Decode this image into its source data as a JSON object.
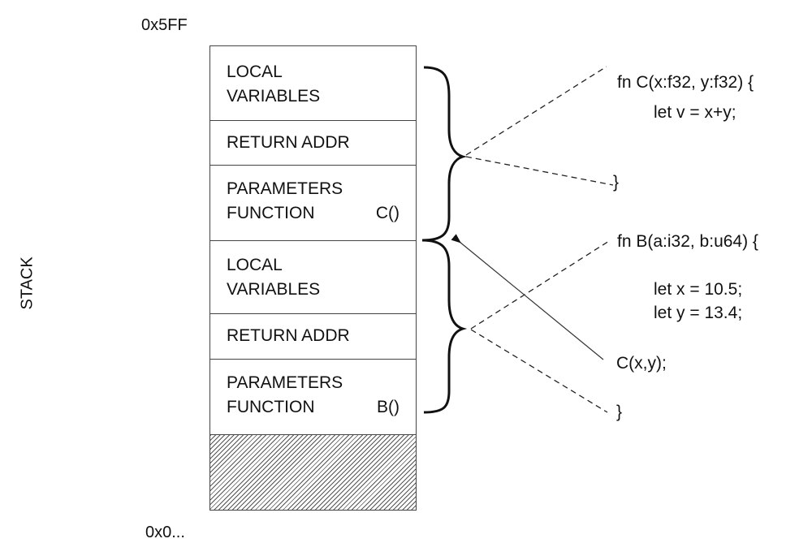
{
  "addresses": {
    "top": "0x5FF",
    "bottom": "0x0..."
  },
  "side_label": "STACK",
  "stack": {
    "frames": [
      {
        "function": "C()",
        "rows": {
          "local": [
            "LOCAL",
            "VARIABLES"
          ],
          "return": "RETURN ADDR",
          "params": [
            "PARAMETERS",
            "FUNCTION"
          ]
        }
      },
      {
        "function": "B()",
        "rows": {
          "local": [
            "LOCAL",
            "VARIABLES"
          ],
          "return": "RETURN ADDR",
          "params": [
            "PARAMETERS",
            "FUNCTION"
          ]
        }
      }
    ],
    "free_region": "unused stack space (hatched)"
  },
  "code": {
    "fn_c": {
      "signature": "fn C(x:f32, y:f32) {",
      "body": [
        "let v = x+y;"
      ],
      "close": "}"
    },
    "fn_b": {
      "signature": "fn B(a:i32, b:u64) {",
      "body": [
        "let x = 10.5;",
        "let y = 13.4;"
      ],
      "call": "C(x,y);",
      "close": "}"
    }
  },
  "colors": {
    "line": "#111111",
    "box_border": "#444444",
    "hatch": "#555555",
    "background": "#ffffff"
  }
}
